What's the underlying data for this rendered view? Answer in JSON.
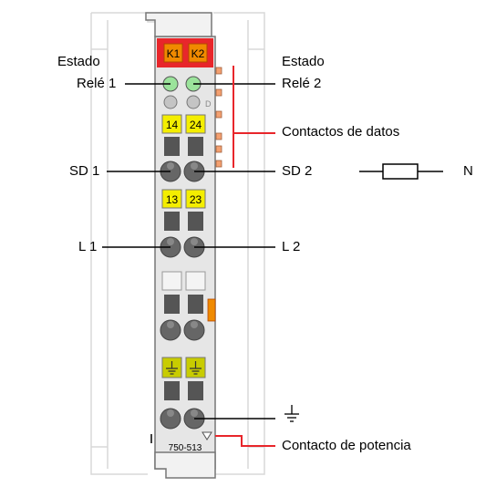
{
  "module": {
    "part_number": "750-513",
    "led_labels": [
      "K1",
      "K2"
    ],
    "upper_terminals": [
      "14",
      "24"
    ],
    "lower_terminals": [
      "13",
      "23"
    ],
    "letter_d": "D"
  },
  "labels": {
    "estado_left": "Estado",
    "rele1": "Relé 1",
    "estado_right": "Estado",
    "rele2": "Relé 2",
    "data_contacts": "Contactos de datos",
    "sd1": "SD 1",
    "sd2": "SD 2",
    "l1": "L 1",
    "l2": "L 2",
    "power_contact": "Contacto de potencia",
    "n": "N"
  },
  "colors": {
    "led_header": "#e8262b",
    "led_orange": "#f08a00",
    "terminal_yellow": "#f4ee00",
    "ground_green": "#c8cc00",
    "data_contact_orange": "#f4a070",
    "leader_red": "#e8262b",
    "status_led_green": "#9be39b"
  }
}
